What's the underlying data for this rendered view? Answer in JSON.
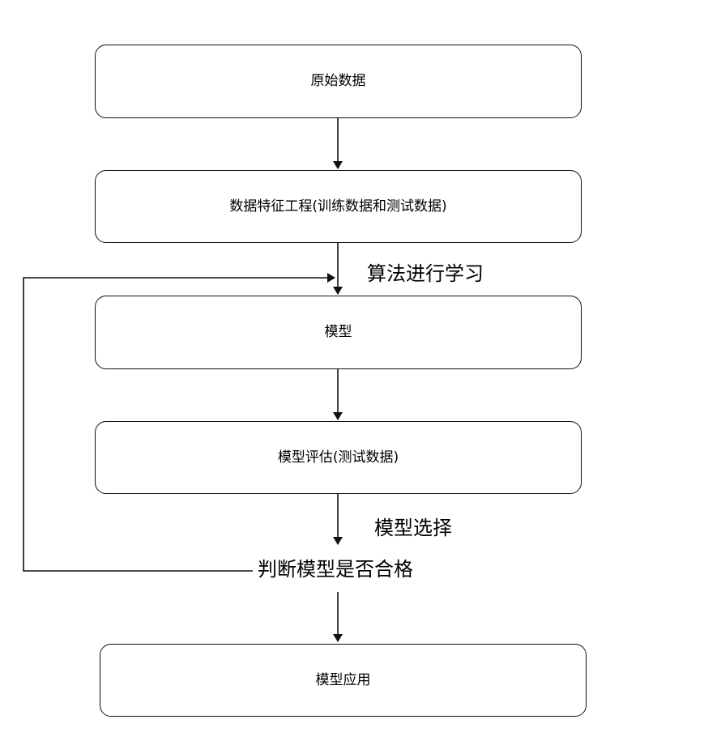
{
  "nodes": {
    "raw_data": "原始数据",
    "feature_engineering": "数据特征工程(训练数据和测试数据)",
    "model": "模型",
    "evaluation": "模型评估(测试数据)",
    "application": "模型应用"
  },
  "labels": {
    "algorithm_learning": "算法进行学习",
    "model_selection": "模型选择",
    "qualification_check": "判断模型是否合格"
  },
  "colors": {
    "stroke": "#111111",
    "background": "#ffffff"
  }
}
